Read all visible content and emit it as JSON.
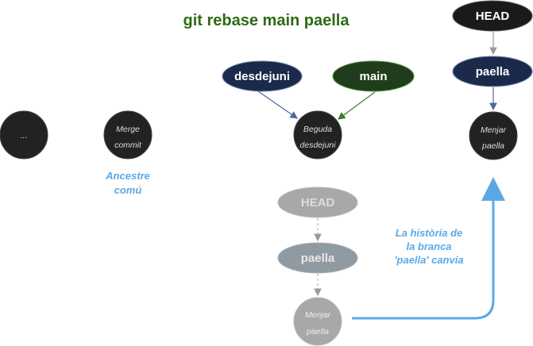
{
  "title": "git rebase main paella",
  "colors": {
    "title": "#2e6b14",
    "commit_fill": "#222222",
    "branch_blue": "#1b2a4a",
    "branch_green": "#1f3d1a",
    "ghost_fill": "#a8a8a8",
    "ghost_pill": "#909aa3",
    "note_blue": "#5aa9e6"
  },
  "commits": {
    "ellipsis": {
      "label": "..."
    },
    "merge": {
      "line1": "Merge",
      "line2": "commit"
    },
    "beguda": {
      "line1": "Beguda",
      "line2": "desdejuni"
    },
    "menjar_new": {
      "line1": "Menjar",
      "line2": "paella"
    },
    "menjar_old": {
      "line1": "Menjar",
      "line2": "paella"
    }
  },
  "refs": {
    "desdejuni": "desdejuni",
    "main": "main",
    "head_new": "HEAD",
    "paella_new": "paella",
    "head_old": "HEAD",
    "paella_old": "paella"
  },
  "notes": {
    "ancestre_line1": "Ancestre",
    "ancestre_line2": "comú",
    "history_line1": "La història de",
    "history_line2": "la branca",
    "history_line3": "'paella' canvia"
  }
}
